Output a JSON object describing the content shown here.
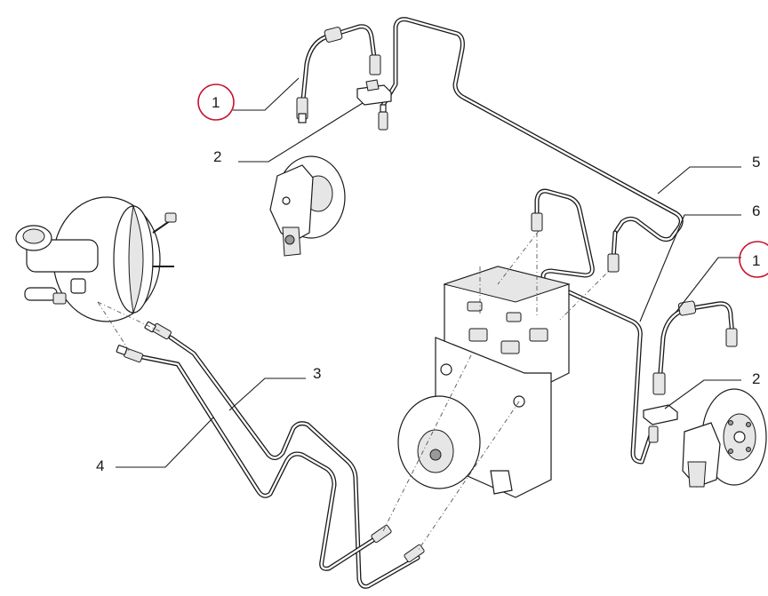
{
  "callouts": [
    {
      "label": "1",
      "circled": true
    },
    {
      "label": "2",
      "circled": false
    },
    {
      "label": "5",
      "circled": false
    },
    {
      "label": "6",
      "circled": false
    },
    {
      "label": "1",
      "circled": true
    },
    {
      "label": "2",
      "circled": false
    },
    {
      "label": "3",
      "circled": false
    },
    {
      "label": "4",
      "circled": false
    }
  ],
  "colors": {
    "ink": "#1a1a1a",
    "highlight_ring": "#c8102e",
    "background": "#ffffff"
  }
}
